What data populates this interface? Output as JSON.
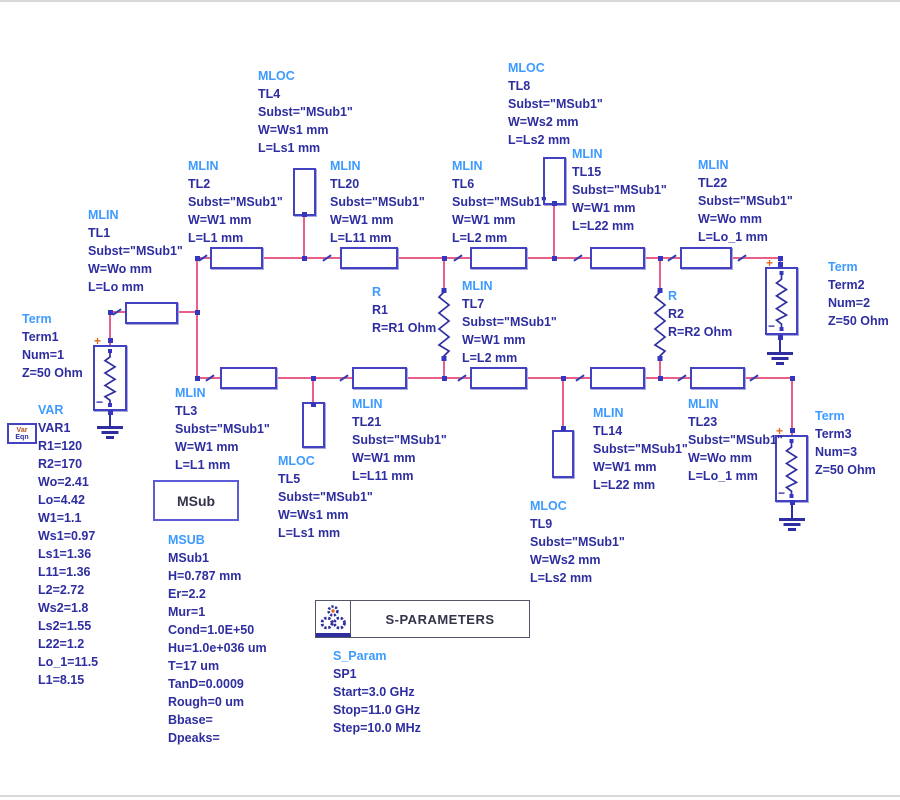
{
  "static": {
    "msub_box_label": "MSub",
    "sparams_title": "S-PARAMETERS",
    "var_icon_line1": "Var",
    "var_icon_line2": "Eqn"
  },
  "colors": {
    "component_type_blue": "#3d9bff",
    "parameter_navy": "#2e2ea0",
    "wire_pink": "#ea5f88",
    "symbol_outline_blue": "#4242c2",
    "terminal_plus_orange": "#e06820"
  },
  "components": {
    "tl1": {
      "type": "MLIN",
      "name": "TL1",
      "params": [
        "Subst=\"MSub1\"",
        "W=Wo mm",
        "L=Lo mm"
      ]
    },
    "tl2": {
      "type": "MLIN",
      "name": "TL2",
      "params": [
        "Subst=\"MSub1\"",
        "W=W1 mm",
        "L=L1 mm"
      ]
    },
    "tl4": {
      "type": "MLOC",
      "name": "TL4",
      "params": [
        "Subst=\"MSub1\"",
        "W=Ws1 mm",
        "L=Ls1 mm"
      ]
    },
    "tl20": {
      "type": "MLIN",
      "name": "TL20",
      "params": [
        "Subst=\"MSub1\"",
        "W=W1 mm",
        "L=L11 mm"
      ]
    },
    "tl6": {
      "type": "MLIN",
      "name": "TL6",
      "params": [
        "Subst=\"MSub1\"",
        "W=W1 mm",
        "L=L2 mm"
      ]
    },
    "tl8": {
      "type": "MLOC",
      "name": "TL8",
      "params": [
        "Subst=\"MSub1\"",
        "W=Ws2 mm",
        "L=Ls2 mm"
      ]
    },
    "tl15": {
      "type": "MLIN",
      "name": "TL15",
      "params": [
        "Subst=\"MSub1\"",
        "W=W1 mm",
        "L=L22 mm"
      ]
    },
    "tl22": {
      "type": "MLIN",
      "name": "TL22",
      "params": [
        "Subst=\"MSub1\"",
        "W=Wo mm",
        "L=Lo_1 mm"
      ]
    },
    "tl3": {
      "type": "MLIN",
      "name": "TL3",
      "params": [
        "Subst=\"MSub1\"",
        "W=W1 mm",
        "L=L1 mm"
      ]
    },
    "tl5": {
      "type": "MLOC",
      "name": "TL5",
      "params": [
        "Subst=\"MSub1\"",
        "W=Ws1 mm",
        "L=Ls1 mm"
      ]
    },
    "tl21": {
      "type": "MLIN",
      "name": "TL21",
      "params": [
        "Subst=\"MSub1\"",
        "W=W1 mm",
        "L=L11 mm"
      ]
    },
    "tl7": {
      "type": "MLIN",
      "name": "TL7",
      "params": [
        "Subst=\"MSub1\"",
        "W=W1 mm",
        "L=L2 mm"
      ]
    },
    "tl14": {
      "type": "MLIN",
      "name": "TL14",
      "params": [
        "Subst=\"MSub1\"",
        "W=W1 mm",
        "L=L22 mm"
      ]
    },
    "tl9": {
      "type": "MLOC",
      "name": "TL9",
      "params": [
        "Subst=\"MSub1\"",
        "W=Ws2 mm",
        "L=Ls2 mm"
      ]
    },
    "tl23": {
      "type": "MLIN",
      "name": "TL23",
      "params": [
        "Subst=\"MSub1\"",
        "W=Wo mm",
        "L=Lo_1 mm"
      ]
    },
    "r1": {
      "type": "R",
      "name": "R1",
      "params": [
        "R=R1 Ohm"
      ]
    },
    "r2": {
      "type": "R",
      "name": "R2",
      "params": [
        "R=R2 Ohm"
      ]
    },
    "term1": {
      "type": "Term",
      "name": "Term1",
      "params": [
        "Num=1",
        "Z=50 Ohm"
      ]
    },
    "term2": {
      "type": "Term",
      "name": "Term2",
      "params": [
        "Num=2",
        "Z=50 Ohm"
      ]
    },
    "term3": {
      "type": "Term",
      "name": "Term3",
      "params": [
        "Num=3",
        "Z=50 Ohm"
      ]
    },
    "var1": {
      "type": "VAR",
      "name": "VAR1",
      "params": [
        "R1=120",
        "R2=170",
        "Wo=2.41",
        "Lo=4.42",
        "W1=1.1",
        "Ws1=0.97",
        "Ls1=1.36",
        "L11=1.36",
        "L2=2.72",
        "Ws2=1.8",
        "Ls2=1.55",
        "L22=1.2",
        "Lo_1=11.5",
        "L1=8.15"
      ]
    },
    "msub1": {
      "type": "MSUB",
      "name": "MSub1",
      "params": [
        "H=0.787 mm",
        "Er=2.2",
        "Mur=1",
        "Cond=1.0E+50",
        "Hu=1.0e+036 um",
        "T=17 um",
        "TanD=0.0009",
        "Rough=0 um",
        "Bbase=",
        "Dpeaks="
      ]
    },
    "sparam": {
      "type": "S_Param",
      "name": "SP1",
      "params": [
        "Start=3.0 GHz",
        "Stop=11.0 GHz",
        "Step=10.0 MHz"
      ]
    }
  }
}
